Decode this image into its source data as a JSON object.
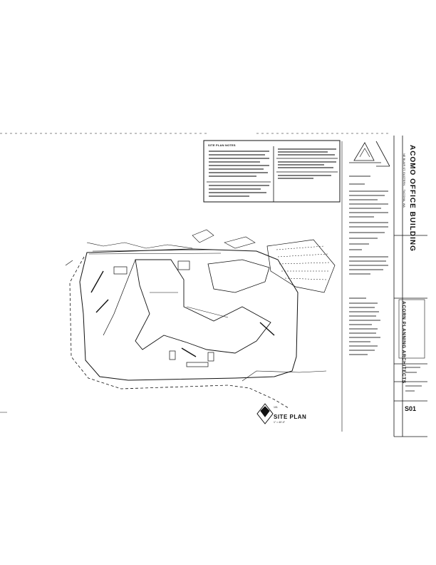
{
  "sheet": {
    "notes_heading": "SITE PLAN NOTES",
    "drawing_title": "SITE PLAN",
    "drawing_number": "101",
    "drawing_scale": "1\" = 40'-0\"",
    "sheet_number": "S01",
    "project_title": "ACOMO OFFICE BUILDING",
    "project_subtitle": "NE BLAIR ST. EASTERN ... TACOMA, WA",
    "architect": "ACORN PLANNING ARCHITECTS"
  }
}
